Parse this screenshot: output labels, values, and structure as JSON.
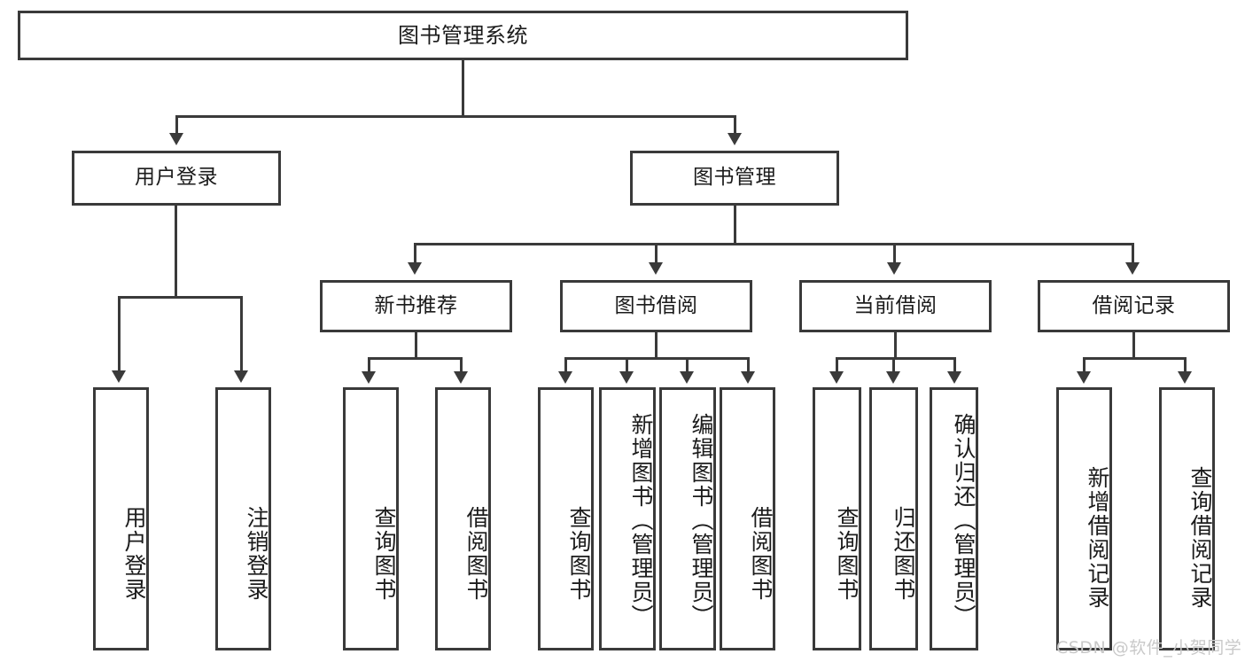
{
  "diagram": {
    "title": "图书管理系统",
    "watermark": "CSDN @软件_小贺同学",
    "colors": {
      "stroke": "#3a3a3a",
      "fill": "#ffffff",
      "text": "#1b1b1b",
      "watermark": "#c9c9c9"
    },
    "root": {
      "label": "图书管理系统"
    },
    "level2": [
      {
        "label": "用户登录"
      },
      {
        "label": "图书管理"
      }
    ],
    "level3": [
      {
        "label": "新书推荐"
      },
      {
        "label": "图书借阅"
      },
      {
        "label": "当前借阅"
      },
      {
        "label": "借阅记录"
      }
    ],
    "leaves": {
      "user_login": [
        {
          "label": "用户登录"
        },
        {
          "label": "注销登录"
        }
      ],
      "new_book": [
        {
          "label": "查询图书"
        },
        {
          "label": "借阅图书"
        }
      ],
      "book_borrow": [
        {
          "label": "查询图书"
        },
        {
          "label": "新增图书（管理员）"
        },
        {
          "label": "编辑图书（管理员）"
        },
        {
          "label": "借阅图书"
        }
      ],
      "current_borrow": [
        {
          "label": "查询图书"
        },
        {
          "label": "归还图书"
        },
        {
          "label": "确认归还（管理员）"
        }
      ],
      "borrow_record": [
        {
          "label": "新增借阅记录"
        },
        {
          "label": "查询借阅记录"
        }
      ]
    }
  }
}
